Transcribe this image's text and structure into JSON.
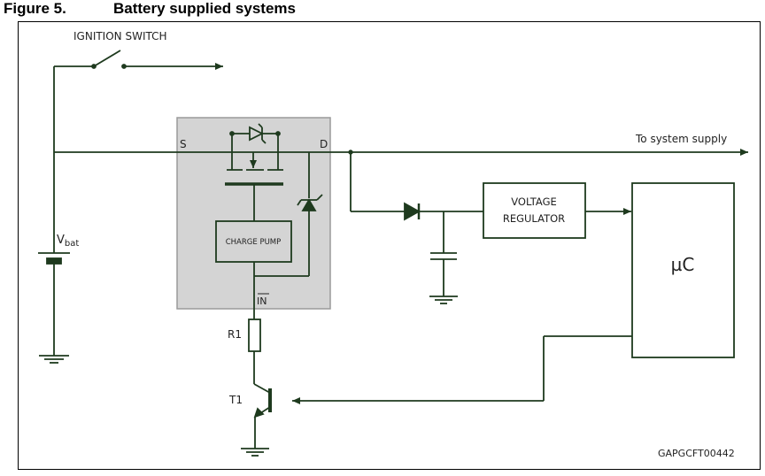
{
  "caption": {
    "number": "Figure 5.",
    "title": "Battery supplied systems"
  },
  "labels": {
    "ignition_switch": "IGNITION SWITCH",
    "source": "S",
    "drain": "D",
    "to_system_supply": "To system supply",
    "vbat_main": "V",
    "vbat_sub": "bat",
    "charge_pump": "CHARGE PUMP",
    "in_pin": "IN",
    "voltage_regulator_line1": "VOLTAGE",
    "voltage_regulator_line2": "REGULATOR",
    "microcontroller": "µC",
    "r1": "R1",
    "t1": "T1",
    "figure_code": "GAPGCFT00442"
  },
  "colors": {
    "line": "#1e3a1e",
    "device_fill": "#d4d4d4",
    "device_border": "#9a9a9a"
  }
}
